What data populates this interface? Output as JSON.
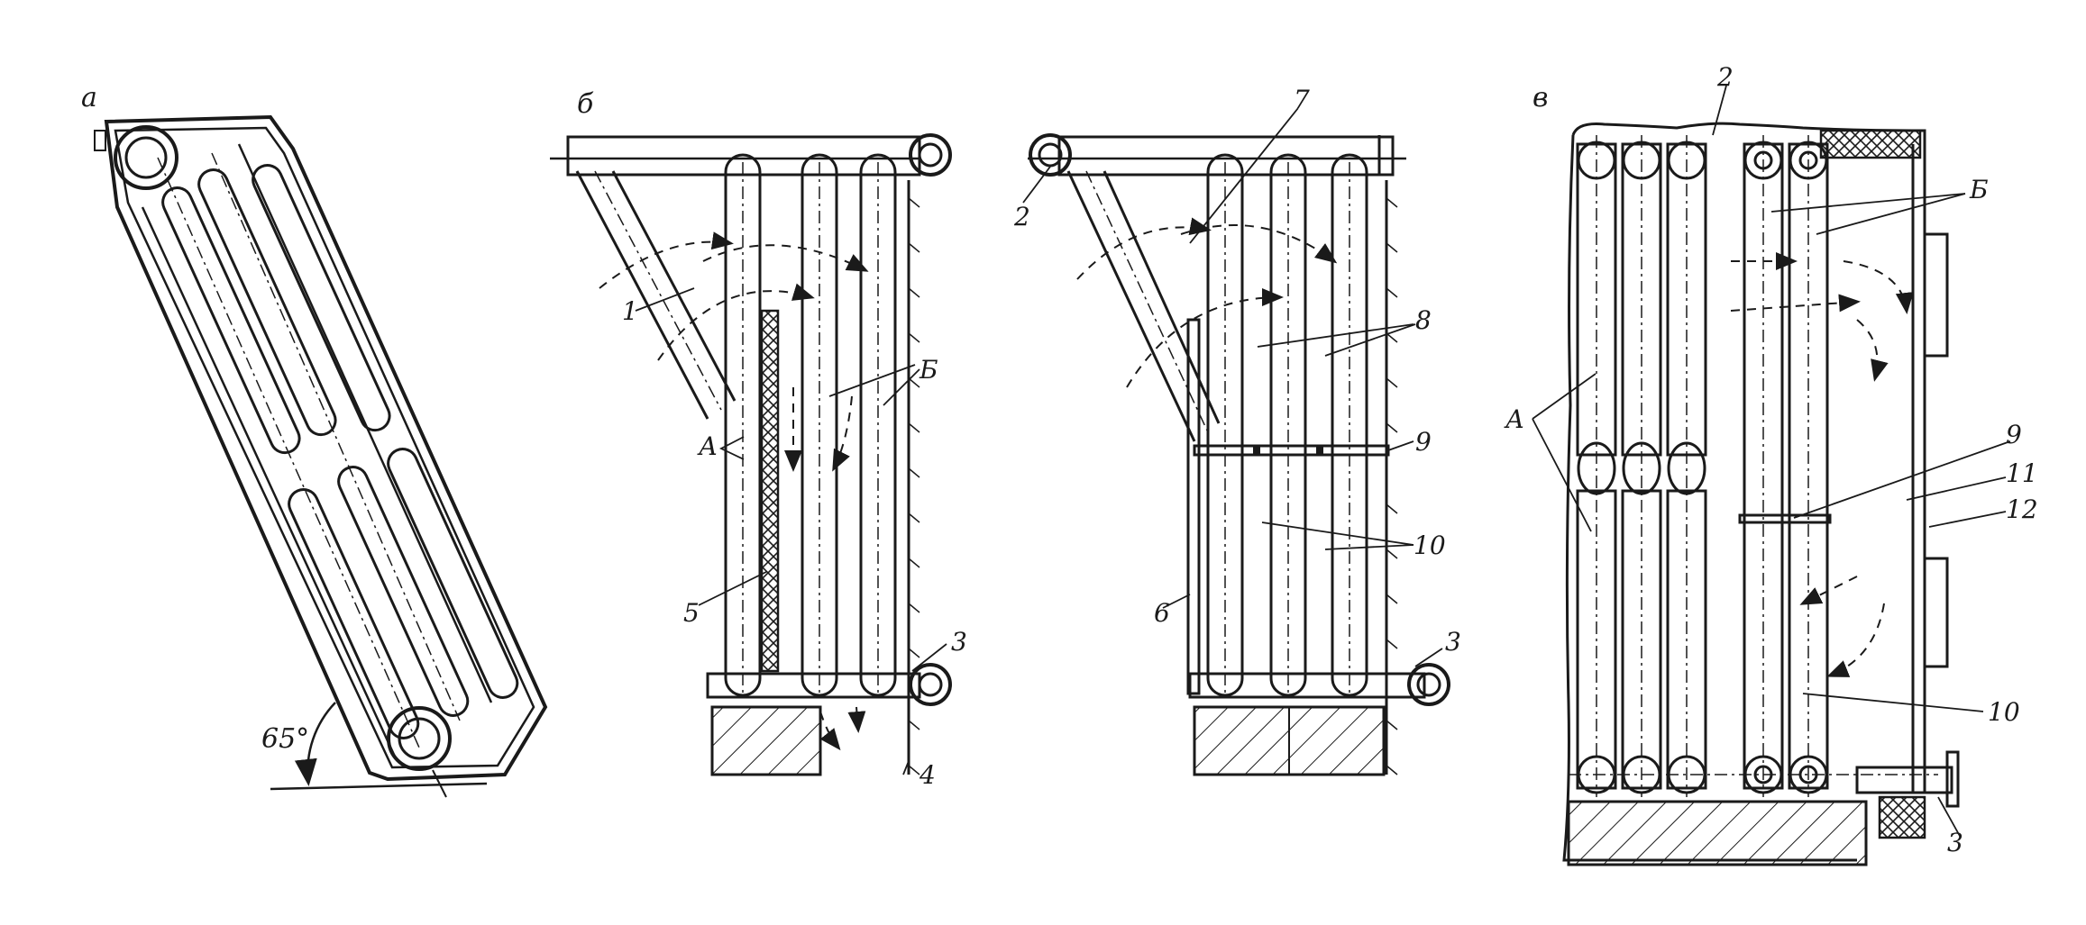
{
  "figure": {
    "panels": {
      "a": {
        "letter": "а",
        "angle_label": "65°"
      },
      "b": {
        "letter": "б"
      },
      "v": {
        "letter": "в"
      }
    },
    "labels": {
      "l1": "1",
      "l2a": "2",
      "l2b": "2",
      "l3a": "3",
      "l3b": "3",
      "l3c": "3",
      "l4": "4",
      "l5": "5",
      "l6": "6",
      "l7": "7",
      "l8": "8",
      "l9a": "9",
      "l9b": "9",
      "l10a": "10",
      "l10b": "10",
      "l11": "11",
      "l12": "12",
      "lA1": "А",
      "lA2": "А",
      "lB1": "Б",
      "lB2": "Б"
    }
  }
}
